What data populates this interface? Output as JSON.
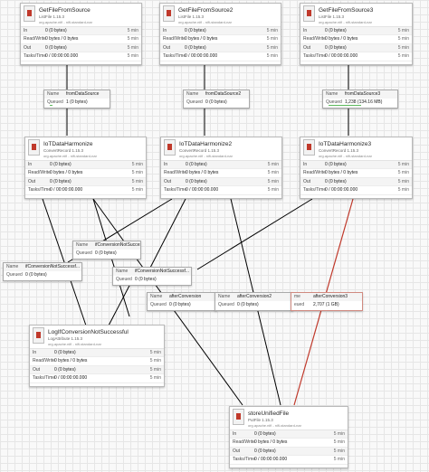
{
  "processors": {
    "src1": {
      "name": "GetFileFromSource",
      "type": "ListFile 1.15.3",
      "bundle": "org.apache.nifi - nifi-standard-nar",
      "in": "0 (0 bytes)",
      "rw": "0 bytes / 0 bytes",
      "out": "0 (0 bytes)",
      "tasks": "0 / 00:00:00.000",
      "time": "5 min"
    },
    "src2": {
      "name": "GetFileFromSource2",
      "type": "ListFile 1.15.3",
      "bundle": "org.apache.nifi - nifi-standard-nar",
      "in": "0 (0 bytes)",
      "rw": "0 bytes / 0 bytes",
      "out": "0 (0 bytes)",
      "tasks": "0 / 00:00:00.000",
      "time": "5 min"
    },
    "src3": {
      "name": "GetFileFromSource3",
      "type": "ListFile 1.15.3",
      "bundle": "org.apache.nifi - nifi-standard-nar",
      "in": "0 (0 bytes)",
      "rw": "0 bytes / 0 bytes",
      "out": "0 (0 bytes)",
      "tasks": "0 / 00:00:00.000",
      "time": "5 min"
    },
    "h1": {
      "name": "IoTDataHarmonize",
      "type": "ConvertRecord 1.15.3",
      "bundle": "org.apache.nifi - nifi-standard-nar",
      "in": "0 (0 bytes)",
      "rw": "0 bytes / 0 bytes",
      "out": "0 (0 bytes)",
      "tasks": "0 / 00:00:00.000",
      "time": "5 min"
    },
    "h2": {
      "name": "IoTDataHarmonize2",
      "type": "ConvertRecord 1.15.3",
      "bundle": "org.apache.nifi - nifi-standard-nar",
      "in": "0 (0 bytes)",
      "rw": "0 bytes / 0 bytes",
      "out": "0 (0 bytes)",
      "tasks": "0 / 00:00:00.000",
      "time": "5 min"
    },
    "h3": {
      "name": "IoTDataHarmonize3",
      "type": "ConvertRecord 1.15.3",
      "bundle": "org.apache.nifi - nifi-standard-nar",
      "in": "0 (0 bytes)",
      "rw": "0 bytes / 0 bytes",
      "out": "0 (0 bytes)",
      "tasks": "0 / 00:00:00.000",
      "time": "5 min"
    },
    "log": {
      "name": "LogIfConversionNotSuccessful",
      "type": "LogAttribute 1.15.3",
      "bundle": "org.apache.nifi - nifi-standard-nar",
      "in": "0 (0 bytes)",
      "rw": "0 bytes / 0 bytes",
      "out": "0 (0 bytes)",
      "tasks": "0 / 00:00:00.000",
      "time": "5 min"
    },
    "store": {
      "name": "storeUnifiedFile",
      "type": "PutFile 1.15.3",
      "bundle": "org.apache.nifi - nifi-standard-nar",
      "in": "0 (0 bytes)",
      "rw": "0 bytes / 0 bytes",
      "out": "0 (0 bytes)",
      "tasks": "0 / 00:00:00.000",
      "time": "5 min"
    }
  },
  "row_labels": {
    "in": "In",
    "rw": "Read/Write",
    "out": "Out",
    "tasks": "Tasks/Time"
  },
  "connections": {
    "ds1": {
      "name_label": "Name",
      "name": "fromDataSource",
      "queued_label": "Queued",
      "queued": "1 (0 bytes)",
      "fill": 0.05
    },
    "ds2": {
      "name_label": "Name",
      "name": "fromDataSource2",
      "queued_label": "Queued",
      "queued": "0 (0 bytes)"
    },
    "ds3": {
      "name_label": "Name",
      "name": "fromDataSource3",
      "queued_label": "Queued",
      "queued": "1,238 (134.16 MB)",
      "fill": 0.6
    },
    "nc1": {
      "name_label": "Name",
      "name": "ifConversionNotSuccessf...",
      "queued_label": "Queued",
      "queued": "0 (0 bytes)"
    },
    "nc2": {
      "name_label": "Name",
      "name": "ifConversionNotSuccessf...",
      "queued_label": "Queued",
      "queued": "0 (0 bytes)"
    },
    "nc3": {
      "name_label": "Name",
      "name": "ifConversionNotSuccessf...",
      "queued_label": "Queued",
      "queued": "0 (0 bytes)"
    },
    "ac1": {
      "name_label": "Name",
      "name": "afterConversion",
      "queued_label": "Queued",
      "queued": "0 (0 bytes)"
    },
    "ac2": {
      "name_label": "Name",
      "name": "afterConversion2",
      "queued_label": "Queued",
      "queued": "0 (0 bytes)"
    },
    "ac3": {
      "name_label": "me",
      "name": "afterConversion3",
      "queued_label": "eued",
      "queued": "2,707 (1 GB)"
    }
  },
  "colors": {
    "edge": "#000000",
    "edge_backpressure": "#c0392b",
    "queue_fill": "#5cb85c"
  }
}
